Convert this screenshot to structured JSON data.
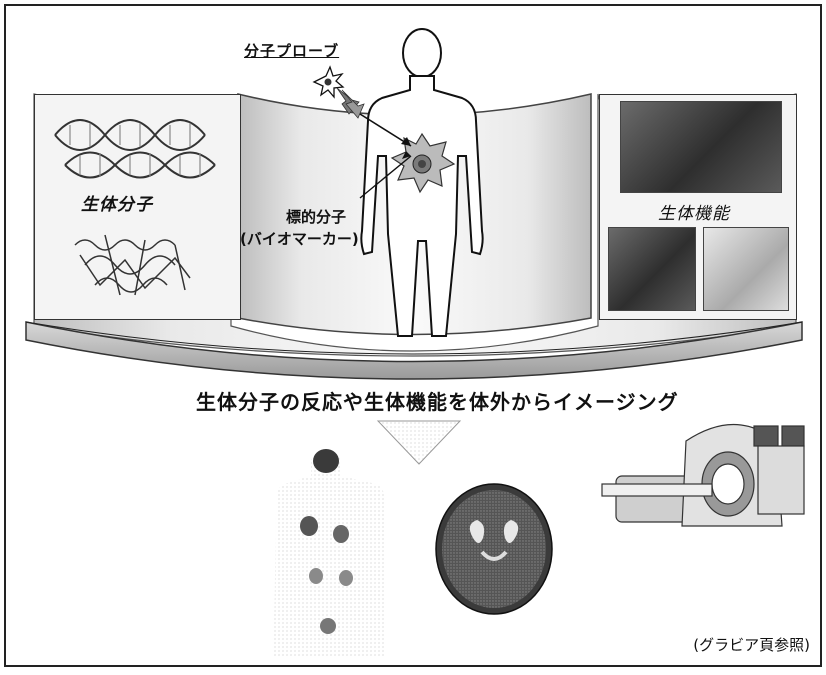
{
  "diagram": {
    "probe_label": "分子プローブ",
    "target_label_line1": "標的分子",
    "target_label_line2": "(バイオマーカー)",
    "left_panel_label": "生体分子",
    "right_panel_label": "生体機能",
    "headline": "生体分子の反応や生体機能を体外からイメージング",
    "footnote": "(グラビア頁参照)"
  }
}
